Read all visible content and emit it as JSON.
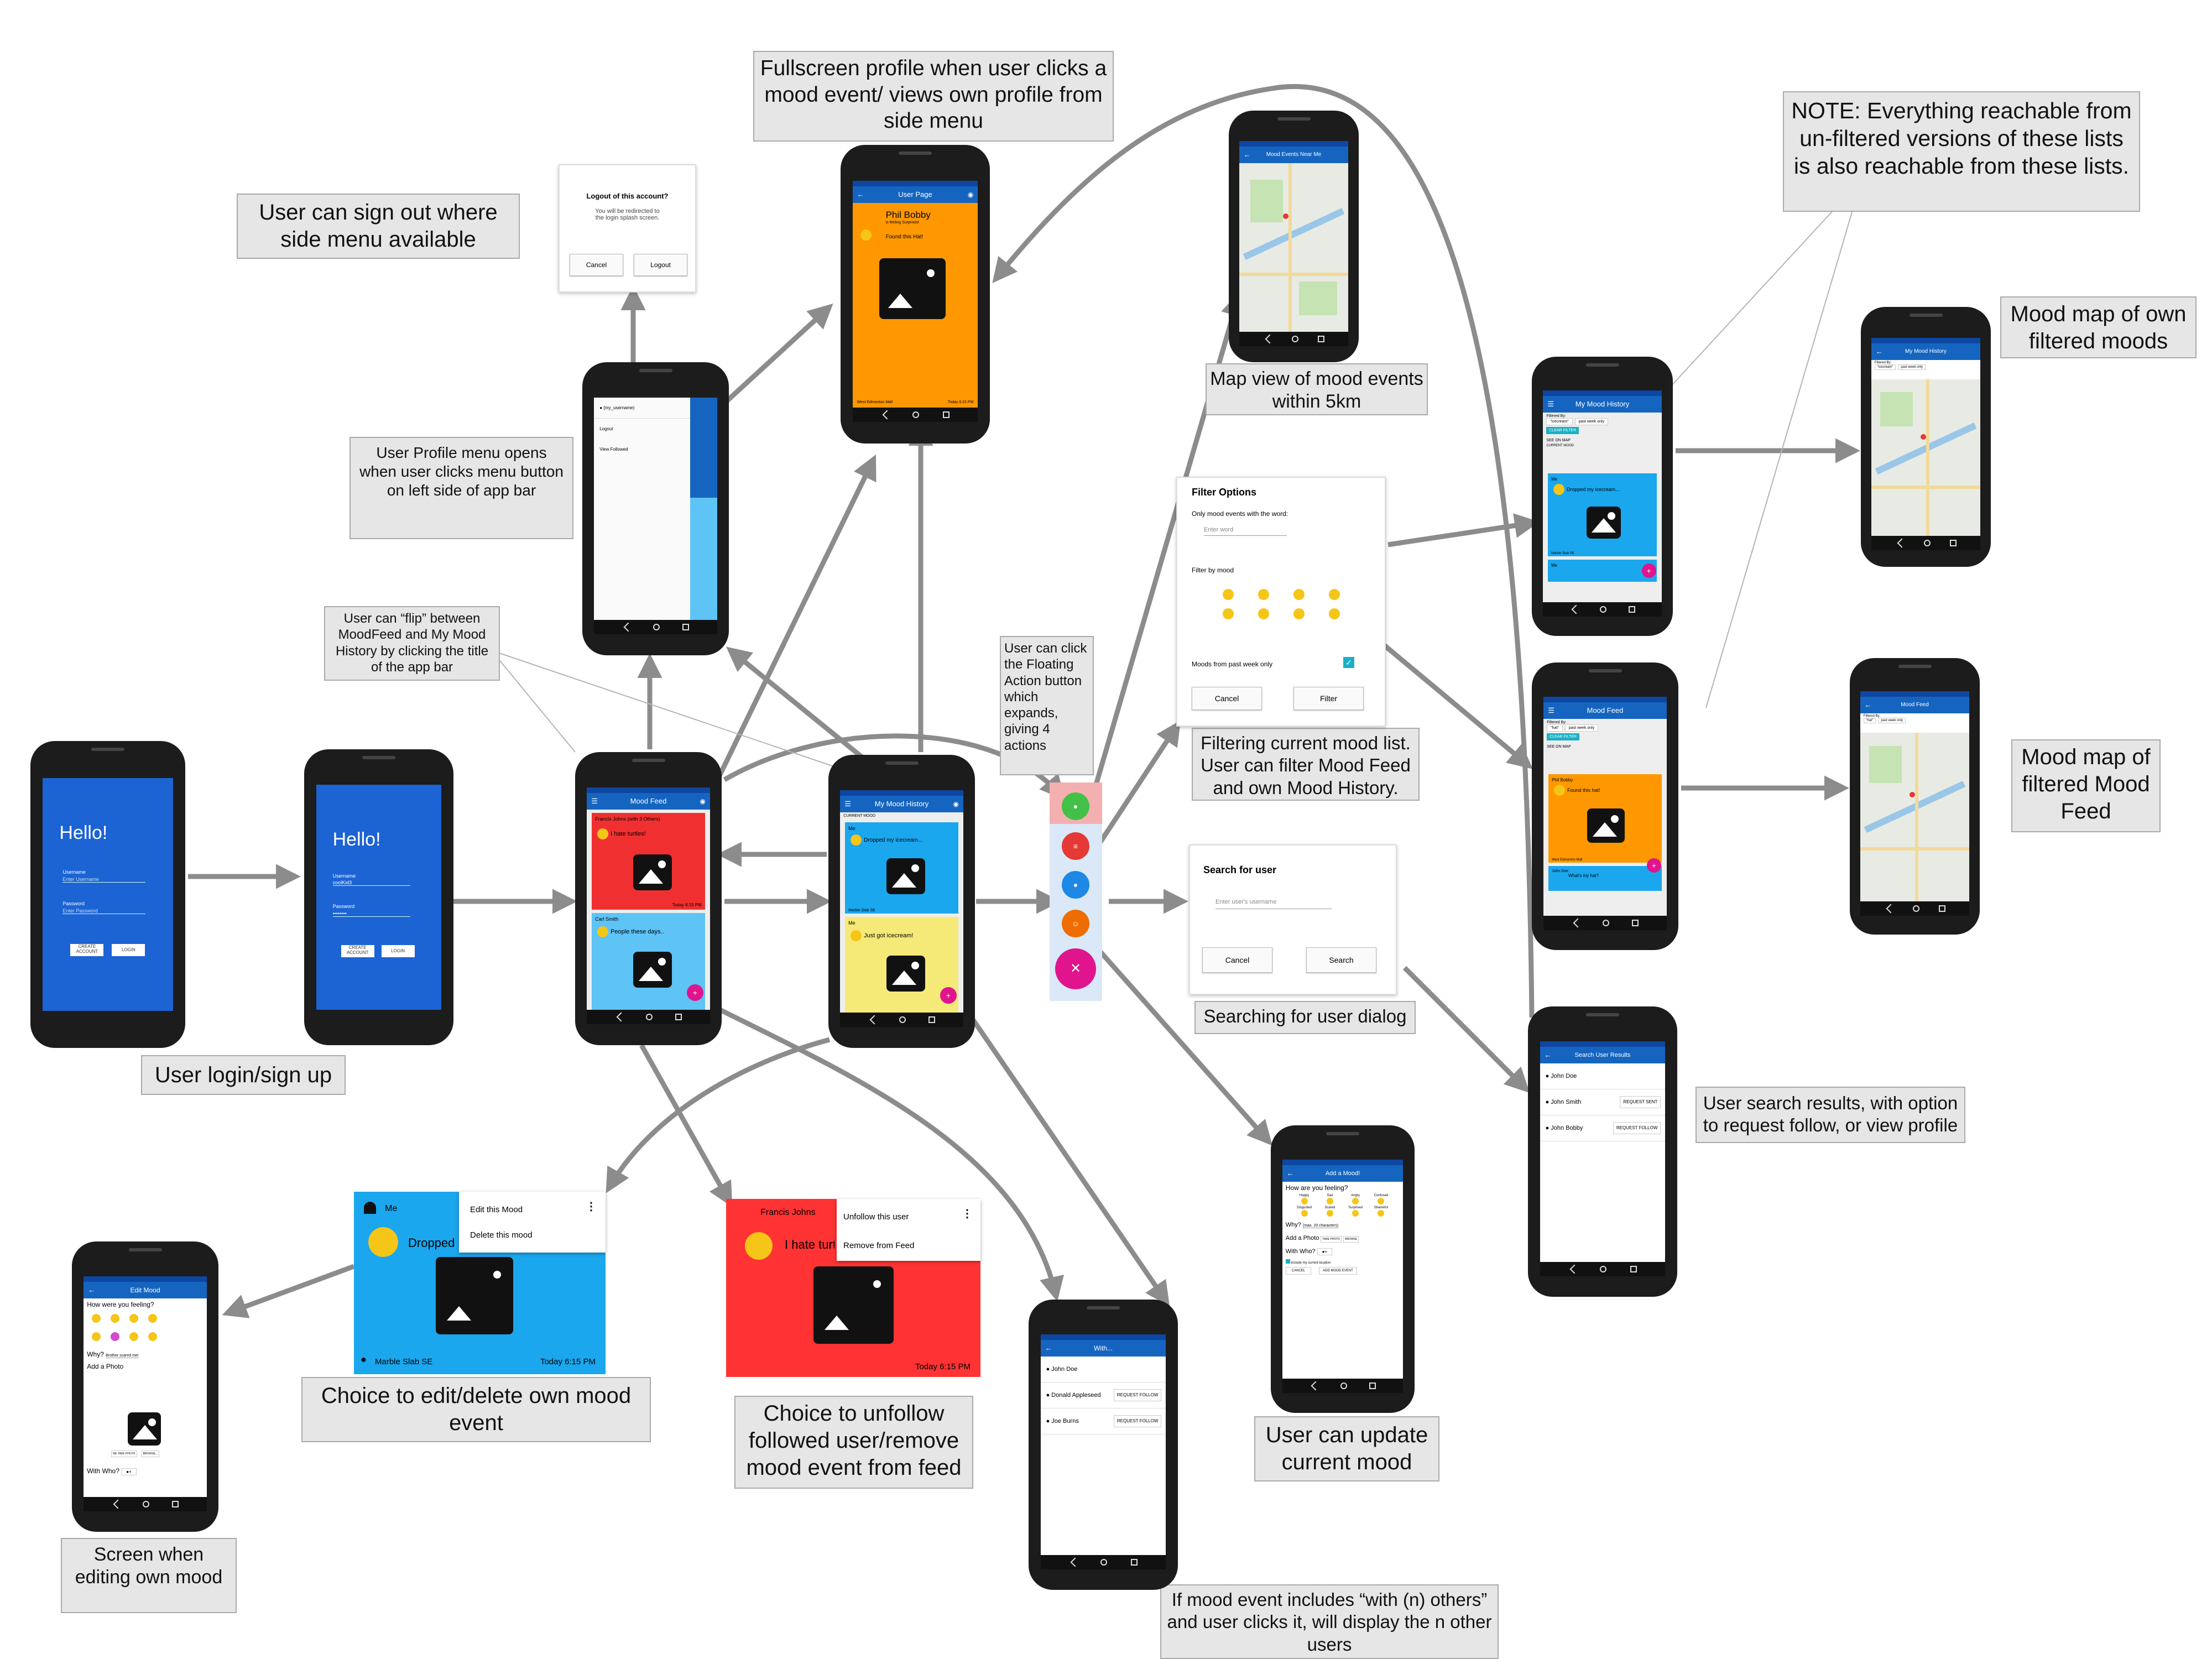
{
  "labels": {
    "fullscreen_profile": "Fullscreen profile when user clicks a mood event/ views own profile from side menu",
    "sign_out": "User can sign out where side menu available",
    "profile_menu": "User Profile menu opens when user clicks menu button on left side of app bar",
    "flip": "User can “flip” between MoodFeed and My Mood History by clicking the title of the app bar",
    "fab": "User can click the Floating Action button which expands, giving 4 actions",
    "map_view": "Map view of mood events within 5km",
    "filtering": "Filtering current mood list. User can filter Mood Feed and own Mood History.",
    "searching": "Searching for user dialog",
    "note": "NOTE: Everything reachable from un-filtered versions of these lists is also reachable from these lists.",
    "mood_map_own": "Mood map of own filtered moods",
    "mood_map_feed": "Mood map of filtered Mood Feed",
    "search_results": "User search results, with option to request follow, or view profile",
    "login": "User login/sign up",
    "edit_delete": "Choice to edit/delete  own mood event",
    "unfollow": "Choice to unfollow followed user/remove mood event from feed",
    "update": "User can update current mood",
    "editing": "Screen when editing own mood",
    "with_others": "If mood event includes “with (n) others” and user clicks it, will display the n other users"
  },
  "screens": {
    "login1": {
      "hello": "Hello!",
      "username_label": "Username",
      "username_ph": "Enter Username",
      "password_label": "Password",
      "password_ph": "Enter Password",
      "create": "CREATE ACCOUNT",
      "login": "LOGIN"
    },
    "login2": {
      "hello": "Hello!",
      "username_label": "Username",
      "username_val": "coolKid3",
      "password_label": "Password",
      "password_val": "••••••••",
      "create": "CREATE ACCOUNT",
      "login": "LOGIN"
    },
    "feed": {
      "title": "Mood Feed",
      "card1_user": "Francis Johns (with 3 Others)",
      "card1_text": "I hate turtles!",
      "card1_time": "Today 6:15 PM",
      "card2_user": "Carl Smith",
      "card2_text": "People these days..",
      "colors": {
        "red": "#f03030",
        "blue": "#5ec3f5"
      }
    },
    "history": {
      "title": "My Mood History",
      "current": "CURRENT MOOD",
      "card1_user": "Me",
      "card1_text": "Dropped my icecream...",
      "card1_loc": "Marble Slab SE",
      "card2_user": "Me",
      "card2_text": "Just got icecream!",
      "colors": {
        "blue": "#1aa7ee",
        "yellow": "#f5ea78"
      }
    },
    "profile_menu": {
      "username": "(my_username)",
      "logout": "Logout",
      "view_followed": "View Followed"
    },
    "logout_dialog": {
      "title": "Logout of this account?",
      "body": "You will be redirected to the login splash screen.",
      "cancel": "Cancel",
      "logout": "Logout"
    },
    "user_page": {
      "title": "User Page",
      "name": "Phil Bobby",
      "feeling": "is feeling Surprised",
      "text": "Found this Hat!",
      "loc": "West Edmonton Mall",
      "time": "Today 6:15 PM",
      "color": "#ff9800"
    },
    "map": {
      "title": "Mood Events Near Me"
    },
    "filter": {
      "title": "Filter Options",
      "word_label": "Only mood events with the word:",
      "word_ph": "Enter word",
      "mood_label": "Filter by mood",
      "week": "Moods from past week only",
      "cancel": "Cancel",
      "filter": "Filter"
    },
    "search_dialog": {
      "title": "Search for user",
      "ph": "Enter user's username",
      "cancel": "Cancel",
      "search": "Search"
    },
    "fab_actions": [
      "map-icon",
      "filter-icon",
      "people-icon",
      "smile-icon",
      "close-icon"
    ],
    "fab_colors": [
      "#43c048",
      "#e53935",
      "#1e88e5",
      "#ef6c00",
      "#e0148c"
    ],
    "filtered_history": {
      "title": "My Mood History",
      "filtered_by": "Filtered By:",
      "chip1": "\"icecream\"",
      "chip2": "past week only",
      "clear": "CLEAR FILTER",
      "see_map": "SEE ON MAP",
      "current": "CURRENT MOOD",
      "card_user": "Me",
      "card_text": "Dropped my icecream...",
      "card_loc": "Marble Slab SE",
      "card2_user": "Me"
    },
    "filtered_feed": {
      "title": "Mood Feed",
      "filtered_by": "Filtered By:",
      "chip1": "\"hat\"",
      "chip2": "past week only",
      "clear": "CLEAR FILTER",
      "see_map": "SEE ON MAP",
      "card_user": "Phil Bobby",
      "card_text": "Found this hat!",
      "card_loc": "West Edmonton Mall",
      "card2_user": "John Doe",
      "card2_text": "What's my hat?"
    },
    "map_own": {
      "title": "My Mood History",
      "filtered_by": "Filtered By:",
      "chip1": "\"icecream\"",
      "chip2": "past week only"
    },
    "map_feed": {
      "title": "Mood Feed",
      "filtered_by": "Filtered By:",
      "chip1": "\"hat\"",
      "chip2": "past week only"
    },
    "search_results": {
      "title": "Search User Results",
      "rows": [
        {
          "name": "John Doe",
          "action": ""
        },
        {
          "name": "John Smith",
          "action": "REQUEST SENT"
        },
        {
          "name": "John Bobby",
          "action": "REQUEST FOLLOW"
        }
      ]
    },
    "add_mood": {
      "title": "Add a Mood!",
      "q": "How are you feeling?",
      "moods": [
        "Happy",
        "Sad",
        "Angry",
        "Confused",
        "Disgusted",
        "Scared",
        "Surprised",
        "Shameful"
      ],
      "why": "Why?",
      "why_ph": "(max. 20 characters)",
      "photo": "Add a Photo",
      "take": "TAKE PHOTO",
      "browse": "BROWSE",
      "with": "With Who?",
      "location": "Include my current location",
      "cancel": "CANCEL",
      "add": "ADD MOOD EVENT"
    },
    "edit_popup": {
      "user": "Me",
      "text": "Dropped my icecream...",
      "loc": "Marble Slab SE",
      "time": "Today 6:15 PM",
      "edit": "Edit this Mood",
      "delete": "Delete this mood"
    },
    "unfollow_popup": {
      "user": "Francis Johns",
      "text": "I hate turtles!",
      "time": "Today 6:15 PM",
      "unfollow": "Unfollow this user",
      "remove": "Remove from Feed"
    },
    "with": {
      "title": "With...",
      "rows": [
        {
          "name": "John Doe",
          "action": ""
        },
        {
          "name": "Donald Appleseed",
          "action": "REQUEST FOLLOW"
        },
        {
          "name": "Joe Burns",
          "action": "REQUEST FOLLOW"
        }
      ]
    },
    "edit_mood": {
      "title": "Edit Mood",
      "q": "How were you feeling?",
      "why": "Why?",
      "why_val": "Brother scared me!",
      "photo": "Add a Photo",
      "retake": "RE-TAKE PHOTO",
      "browse": "BROWSE...",
      "with": "With Who?"
    }
  }
}
